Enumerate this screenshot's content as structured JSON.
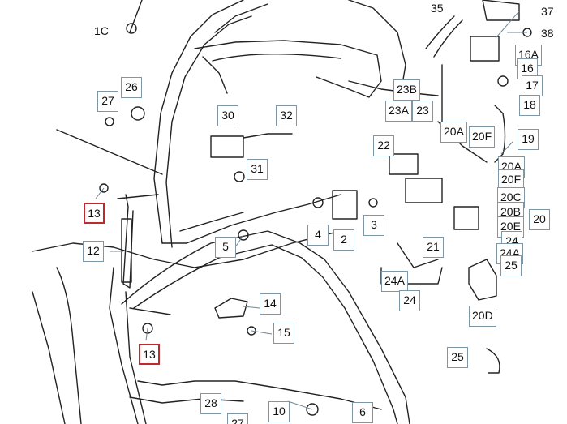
{
  "diagram": {
    "labels": [
      {
        "id": "1C",
        "text": "1C",
        "style": "plain"
      },
      {
        "id": "35",
        "text": "35",
        "style": "plain"
      },
      {
        "id": "37",
        "text": "37",
        "style": "plain"
      },
      {
        "id": "38",
        "text": "38",
        "style": "plain"
      },
      {
        "id": "16A",
        "text": "16A",
        "style": "box"
      },
      {
        "id": "16",
        "text": "16",
        "style": "box"
      },
      {
        "id": "17",
        "text": "17",
        "style": "box"
      },
      {
        "id": "18",
        "text": "18",
        "style": "box"
      },
      {
        "id": "19",
        "text": "19",
        "style": "box"
      },
      {
        "id": "26",
        "text": "26",
        "style": "box"
      },
      {
        "id": "27a",
        "text": "27",
        "style": "box"
      },
      {
        "id": "30",
        "text": "30",
        "style": "box"
      },
      {
        "id": "32",
        "text": "32",
        "style": "box"
      },
      {
        "id": "31",
        "text": "31",
        "style": "box"
      },
      {
        "id": "23B",
        "text": "23B",
        "style": "box"
      },
      {
        "id": "23A",
        "text": "23A",
        "style": "box"
      },
      {
        "id": "23",
        "text": "23",
        "style": "box"
      },
      {
        "id": "22",
        "text": "22",
        "style": "box"
      },
      {
        "id": "20A",
        "text": "20A",
        "style": "box"
      },
      {
        "id": "20F1",
        "text": "20F",
        "style": "box"
      },
      {
        "id": "20A2",
        "text": "20A",
        "style": "box"
      },
      {
        "id": "20F2",
        "text": "20F",
        "style": "box"
      },
      {
        "id": "20C",
        "text": "20C",
        "style": "box"
      },
      {
        "id": "20B",
        "text": "20B",
        "style": "box"
      },
      {
        "id": "20E",
        "text": "20E",
        "style": "box"
      },
      {
        "id": "24a",
        "text": "24",
        "style": "box"
      },
      {
        "id": "24A2",
        "text": "24A",
        "style": "box"
      },
      {
        "id": "25a",
        "text": "25",
        "style": "box"
      },
      {
        "id": "20",
        "text": "20",
        "style": "box"
      },
      {
        "id": "13a",
        "text": "13",
        "style": "highlight"
      },
      {
        "id": "12",
        "text": "12",
        "style": "box"
      },
      {
        "id": "5",
        "text": "5",
        "style": "box"
      },
      {
        "id": "4",
        "text": "4",
        "style": "box"
      },
      {
        "id": "2",
        "text": "2",
        "style": "box"
      },
      {
        "id": "3",
        "text": "3",
        "style": "box"
      },
      {
        "id": "21",
        "text": "21",
        "style": "box"
      },
      {
        "id": "24A",
        "text": "24A",
        "style": "box"
      },
      {
        "id": "24b",
        "text": "24",
        "style": "box"
      },
      {
        "id": "20D",
        "text": "20D",
        "style": "box"
      },
      {
        "id": "14",
        "text": "14",
        "style": "box"
      },
      {
        "id": "15",
        "text": "15",
        "style": "box"
      },
      {
        "id": "13b",
        "text": "13",
        "style": "highlight"
      },
      {
        "id": "25b",
        "text": "25",
        "style": "box"
      },
      {
        "id": "28",
        "text": "28",
        "style": "box"
      },
      {
        "id": "27b",
        "text": "27",
        "style": "box"
      },
      {
        "id": "10",
        "text": "10",
        "style": "box"
      },
      {
        "id": "6",
        "text": "6",
        "style": "box"
      }
    ]
  }
}
